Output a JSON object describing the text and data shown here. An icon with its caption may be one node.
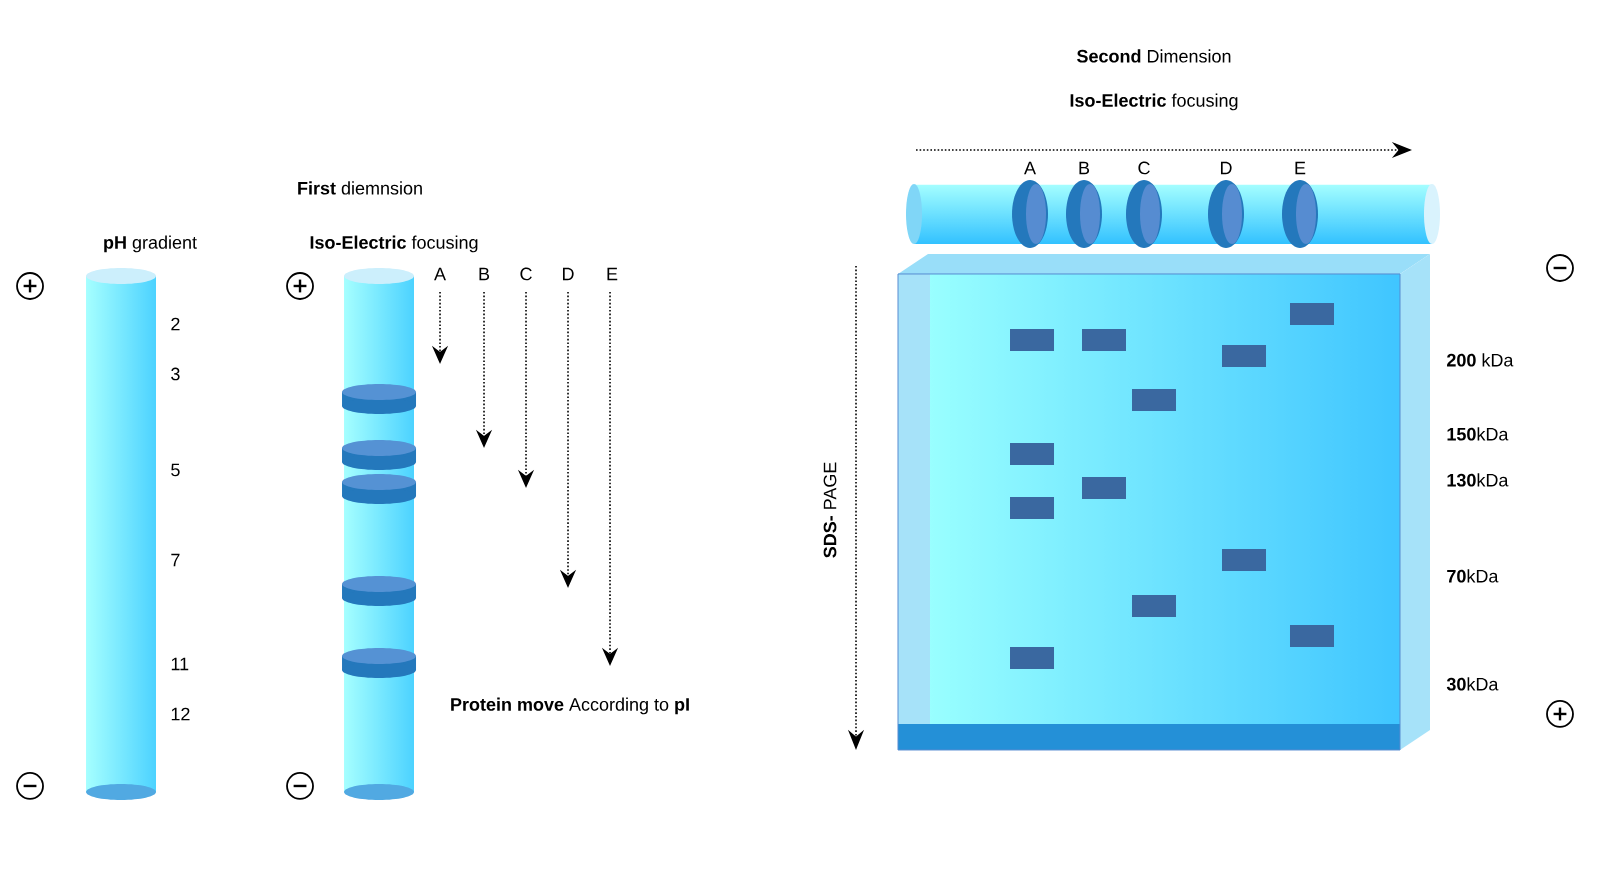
{
  "diagram": {
    "labels": [
      "**Second** Dimension",
      "**First** diemnsion",
      "**Iso-Electric** focusing",
      "**pH** gradient",
      "**Iso-Electric** focusing",
      "A",
      "B",
      "C",
      "D",
      "E",
      "A",
      "B",
      "C",
      "D",
      "E",
      "2",
      "3",
      "5",
      "7",
      "11",
      "12",
      "**Protein move** According to **pI**",
      "**SDS-** PAGE",
      "**200** kDa",
      "**150**kDa",
      "**130**kDa",
      "**70**kDa",
      "**30**kDa"
    ]
  }
}
